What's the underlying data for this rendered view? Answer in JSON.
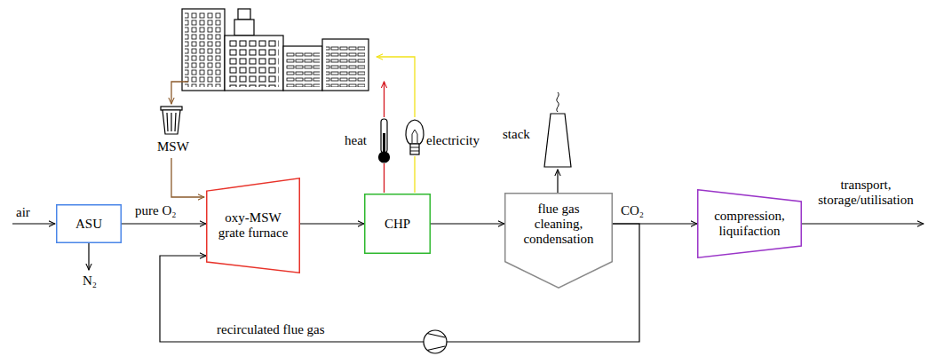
{
  "diagram": {
    "nodes": [
      {
        "text": [
          "ASU"
        ]
      },
      {
        "text": [
          "oxy-MSW grate furnace"
        ]
      },
      {
        "text": [
          "CHP"
        ]
      },
      {
        "text": [
          "flue gas cleaning, condensation"
        ]
      },
      {
        "text": [
          "compression, liquifaction"
        ]
      }
    ],
    "edges": [
      {
        "from": 0,
        "to": 1,
        "arrow": "to",
        "label": "pure O₂"
      },
      {
        "from": 1,
        "to": 2,
        "arrow": "to"
      },
      {
        "from": 2,
        "to": 3,
        "arrow": "to"
      },
      {
        "from": 3,
        "to": 4,
        "arrow": "to",
        "label": "CO₂"
      },
      {
        "from": 3,
        "to": 1,
        "arrow": "to",
        "label": "recirculated flue gas"
      }
    ],
    "labels": [
      "air",
      "N₂",
      "MSW",
      "heat",
      "electricity",
      "stack",
      "transport, storage/utilisation"
    ]
  }
}
